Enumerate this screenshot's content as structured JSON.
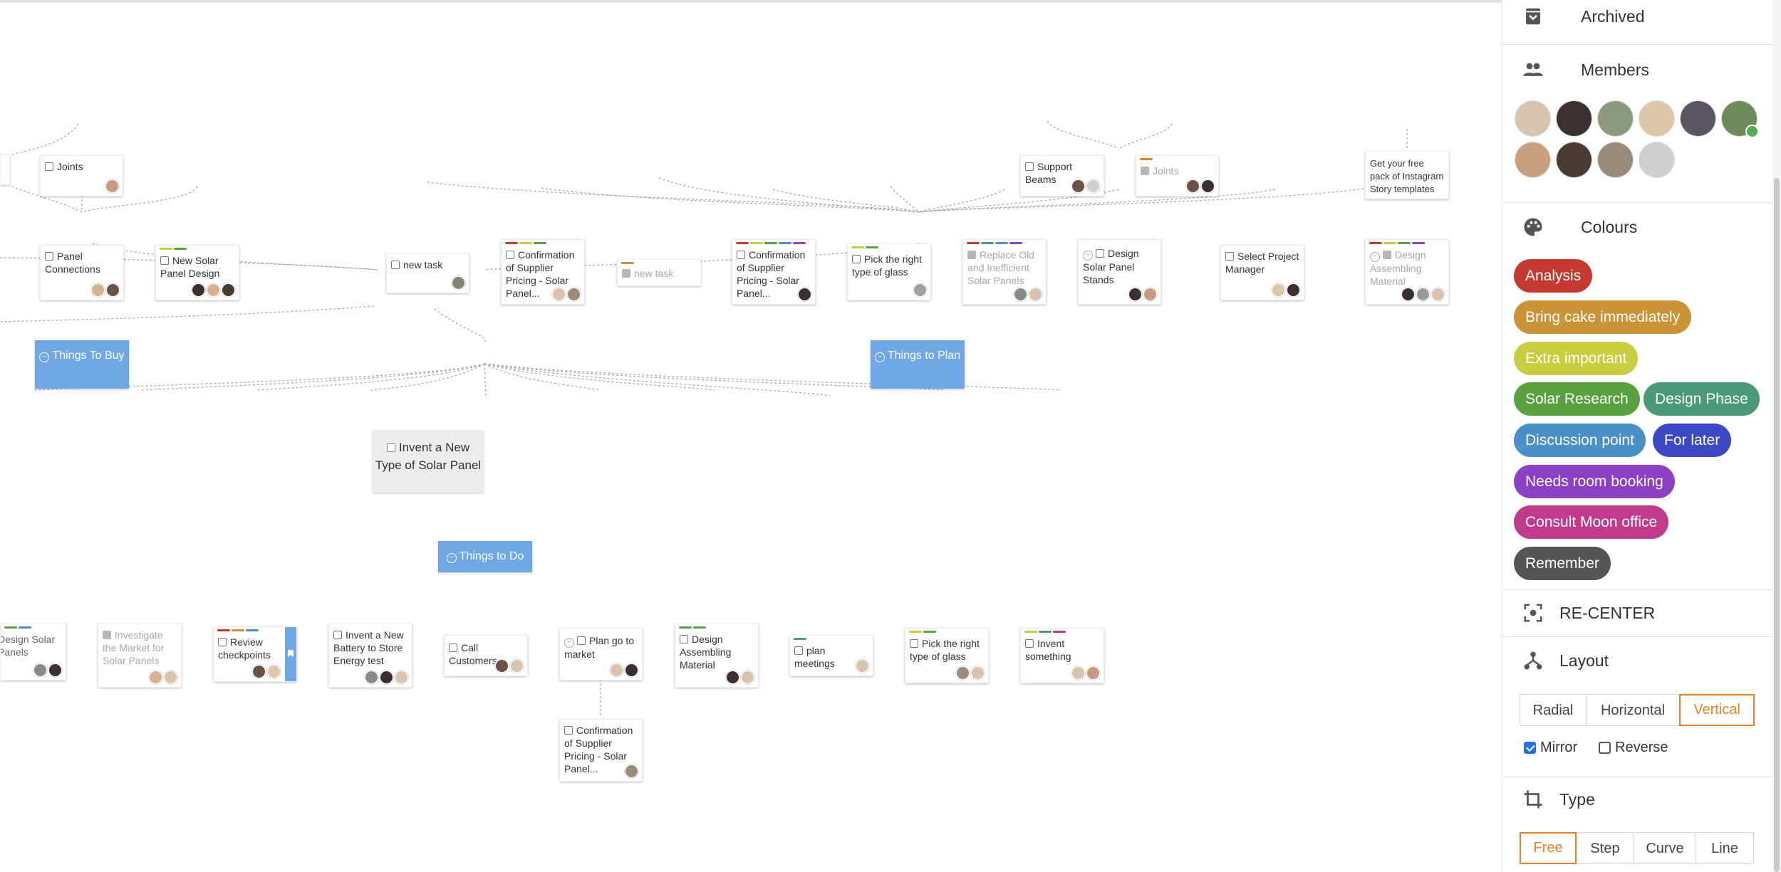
{
  "canvas": {
    "root": {
      "label": "Invent a New Type of Solar Panel"
    },
    "groups": {
      "buy": {
        "label": "Things To Buy"
      },
      "plan": {
        "label": "Things to Plan"
      },
      "do": {
        "label": "Things to Do"
      }
    },
    "cards": {
      "joints1": {
        "label": "Joints"
      },
      "panel_connections": {
        "label": "Panel Connections"
      },
      "new_solar_panel_design": {
        "label": "New Solar Panel Design"
      },
      "new_task1": {
        "label": "new task"
      },
      "confirm1": {
        "label": "Confirmation of Supplier Pricing - Solar Panel..."
      },
      "new_task2": {
        "label": "new task"
      },
      "confirm2": {
        "label": "Confirmation of Supplier Pricing - Solar Panel..."
      },
      "pick_glass1": {
        "label": "Pick the right type of glass"
      },
      "replace_old": {
        "label": "Replace Old and Inefficient Solar Panels"
      },
      "design_stands": {
        "label": "Design Solar Panel Stands"
      },
      "select_pm": {
        "label": "Select Project Manager"
      },
      "design_material1": {
        "label": "Design Assembling Material"
      },
      "support_beams": {
        "label": "Support Beams"
      },
      "joints2": {
        "label": "Joints"
      },
      "instagram": {
        "label": "Get your free pack of Instagram Story templates"
      },
      "design_solar_panels": {
        "label": "Design Solar Panels"
      },
      "investigate": {
        "label": "Investigate the Market for Solar Panels"
      },
      "review": {
        "label": "Review checkpoints"
      },
      "battery": {
        "label": "Invent a New Battery to Store Energy test"
      },
      "call_customers": {
        "label": "Call Customers"
      },
      "plan_go": {
        "label": "Plan go to market"
      },
      "design_material2": {
        "label": "Design Assembling Material"
      },
      "plan_meetings": {
        "label": "plan meetings"
      },
      "pick_glass2": {
        "label": "Pick the right type of glass"
      },
      "invent_something": {
        "label": "Invent something"
      },
      "confirm3": {
        "label": "Confirmation of Supplier Pricing - Solar Panel..."
      }
    }
  },
  "panel": {
    "archived": {
      "label": "Archived",
      "icon": "archive-icon"
    },
    "members": {
      "label": "Members",
      "icon": "people-icon",
      "avatar_colors": [
        "#d9c3ad",
        "#3b3030",
        "#8a9a7a",
        "#e0c6a8",
        "#5a5560",
        "#6c8a5a",
        "#c9a17f",
        "#4a3a32",
        "#9c8a78",
        "#cfcfcf"
      ]
    },
    "colours": {
      "label": "Colours",
      "icon": "palette-icon",
      "chips": [
        {
          "label": "Analysis",
          "color": "#c53a30"
        },
        {
          "label": "Bring cake immediately",
          "color": "#c99336"
        },
        {
          "label": "Extra important",
          "color": "#c9cc3e"
        },
        {
          "label": "Solar Research",
          "color": "#58a13f"
        },
        {
          "label": "Design Phase",
          "color": "#4a9a7a"
        },
        {
          "label": "Discussion point",
          "color": "#4a90c8"
        },
        {
          "label": "For later",
          "color": "#3d48c4"
        },
        {
          "label": "Needs room booking",
          "color": "#8c40c4"
        },
        {
          "label": "Consult Moon office",
          "color": "#c23a8c"
        },
        {
          "label": "Remember",
          "color": "#555555"
        }
      ]
    },
    "recenter": {
      "label": "RE-CENTER",
      "icon": "recenter-icon"
    },
    "layout": {
      "label": "Layout",
      "icon": "layout-icon",
      "options": [
        "Radial",
        "Horizontal",
        "Vertical"
      ],
      "selected": "Vertical",
      "mirror_label": "Mirror",
      "mirror_checked": true,
      "reverse_label": "Reverse",
      "reverse_checked": false
    },
    "type": {
      "label": "Type",
      "icon": "crop-icon",
      "options": [
        "Free",
        "Step",
        "Curve",
        "Line"
      ],
      "selected": "Free"
    }
  },
  "accent_color": "#f07e22",
  "group_color": "#6fa8e4"
}
